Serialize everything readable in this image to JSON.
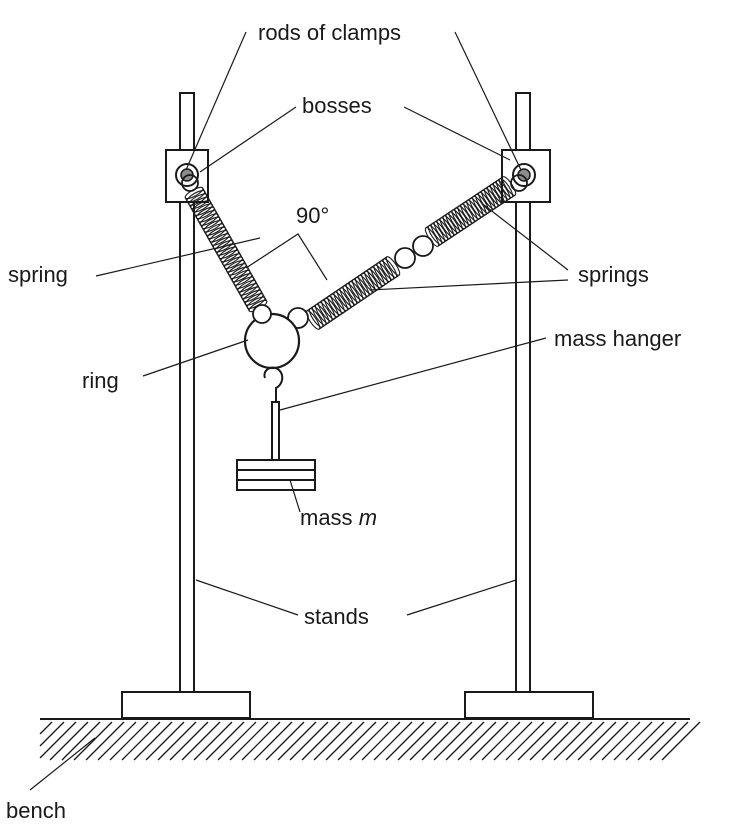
{
  "labels": {
    "rods_of_clamps": "rods of clamps",
    "bosses": "bosses",
    "angle": "90°",
    "spring": "spring",
    "springs": "springs",
    "mass_hanger": "mass hanger",
    "ring": "ring",
    "mass_prefix": "mass ",
    "mass_symbol": "m",
    "stands": "stands",
    "bench": "bench"
  }
}
